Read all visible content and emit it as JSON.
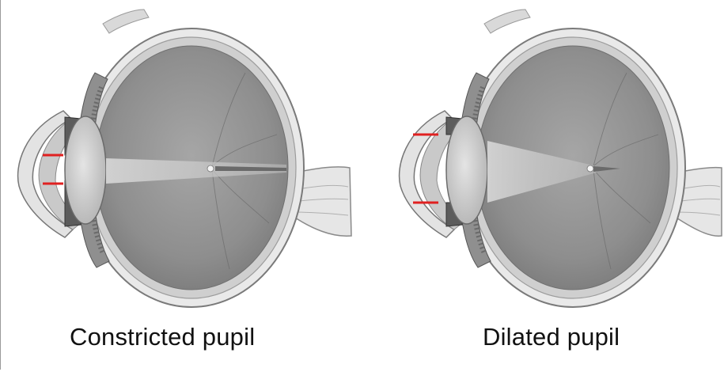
{
  "figures": [
    {
      "caption": "Constricted pupil",
      "pupil_state": "constricted",
      "marker_color": "#e02020"
    },
    {
      "caption": "Dilated pupil",
      "pupil_state": "dilated",
      "marker_color": "#e02020"
    }
  ]
}
